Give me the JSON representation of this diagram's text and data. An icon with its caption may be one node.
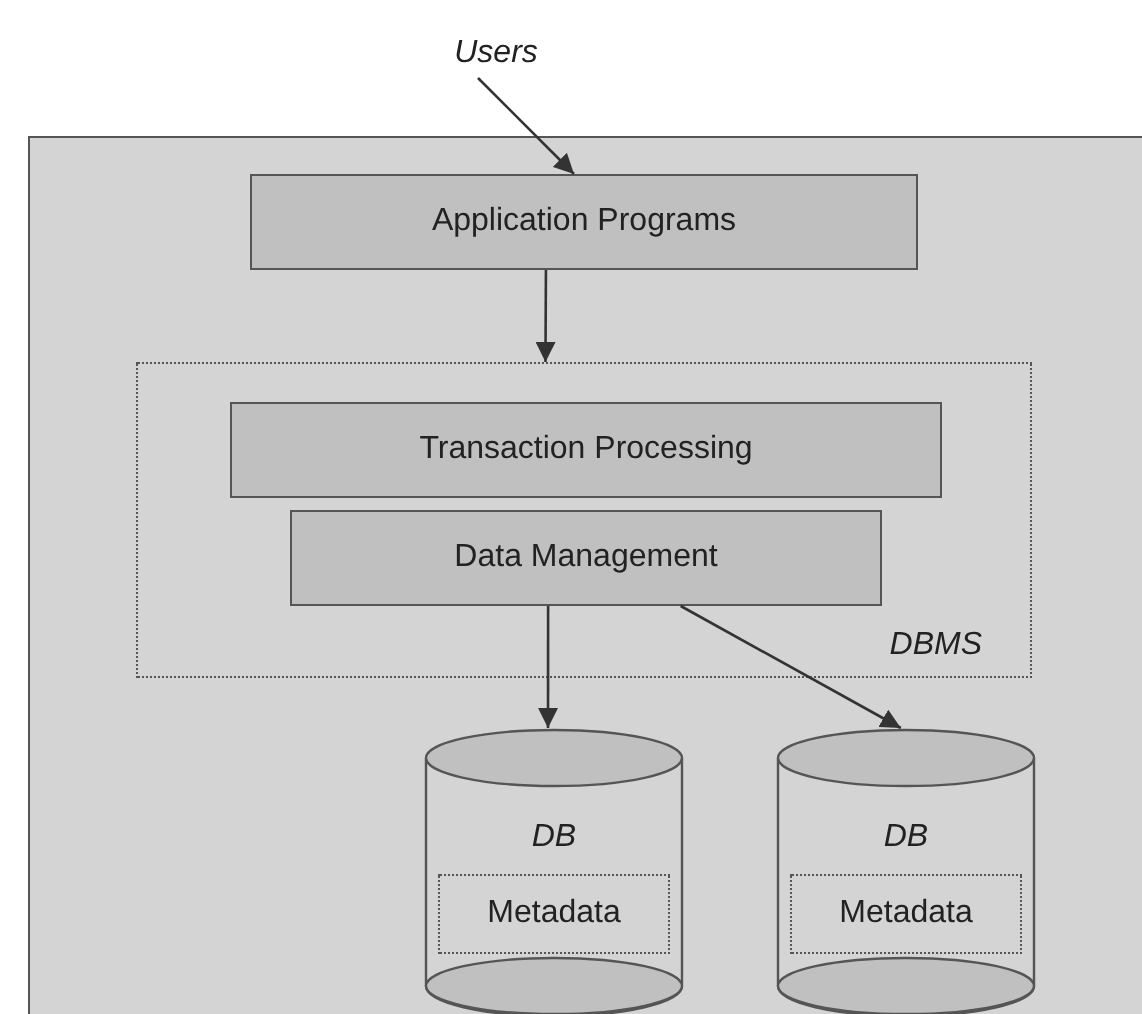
{
  "diagram": {
    "nodes": [
      {
        "text": [
          "Users"
        ]
      },
      {
        "text": [],
        "shape": "box"
      },
      {
        "text": [
          "Application Programs"
        ],
        "in": 1
      },
      {
        "text": [
          "DBMS"
        ],
        "in": 1
      },
      {
        "text": [
          "Transaction Processing"
        ],
        "in": 3
      },
      {
        "text": [
          "Data Management"
        ],
        "in": 3
      },
      {
        "text": [
          "DB"
        ],
        "in": 1
      },
      {
        "text": [
          "Metadata"
        ],
        "in": 6
      },
      {
        "text": [
          "DB"
        ],
        "in": 1
      },
      {
        "text": [
          "Metadata"
        ],
        "in": 8
      }
    ],
    "edges": [
      {
        "from": 0,
        "to": 2,
        "arrow": "to"
      },
      {
        "from": 2,
        "to": 3,
        "arrow": "to"
      },
      {
        "from": 5,
        "to": 6,
        "arrow": "to"
      },
      {
        "from": 5,
        "to": 8,
        "arrow": "to"
      }
    ]
  }
}
